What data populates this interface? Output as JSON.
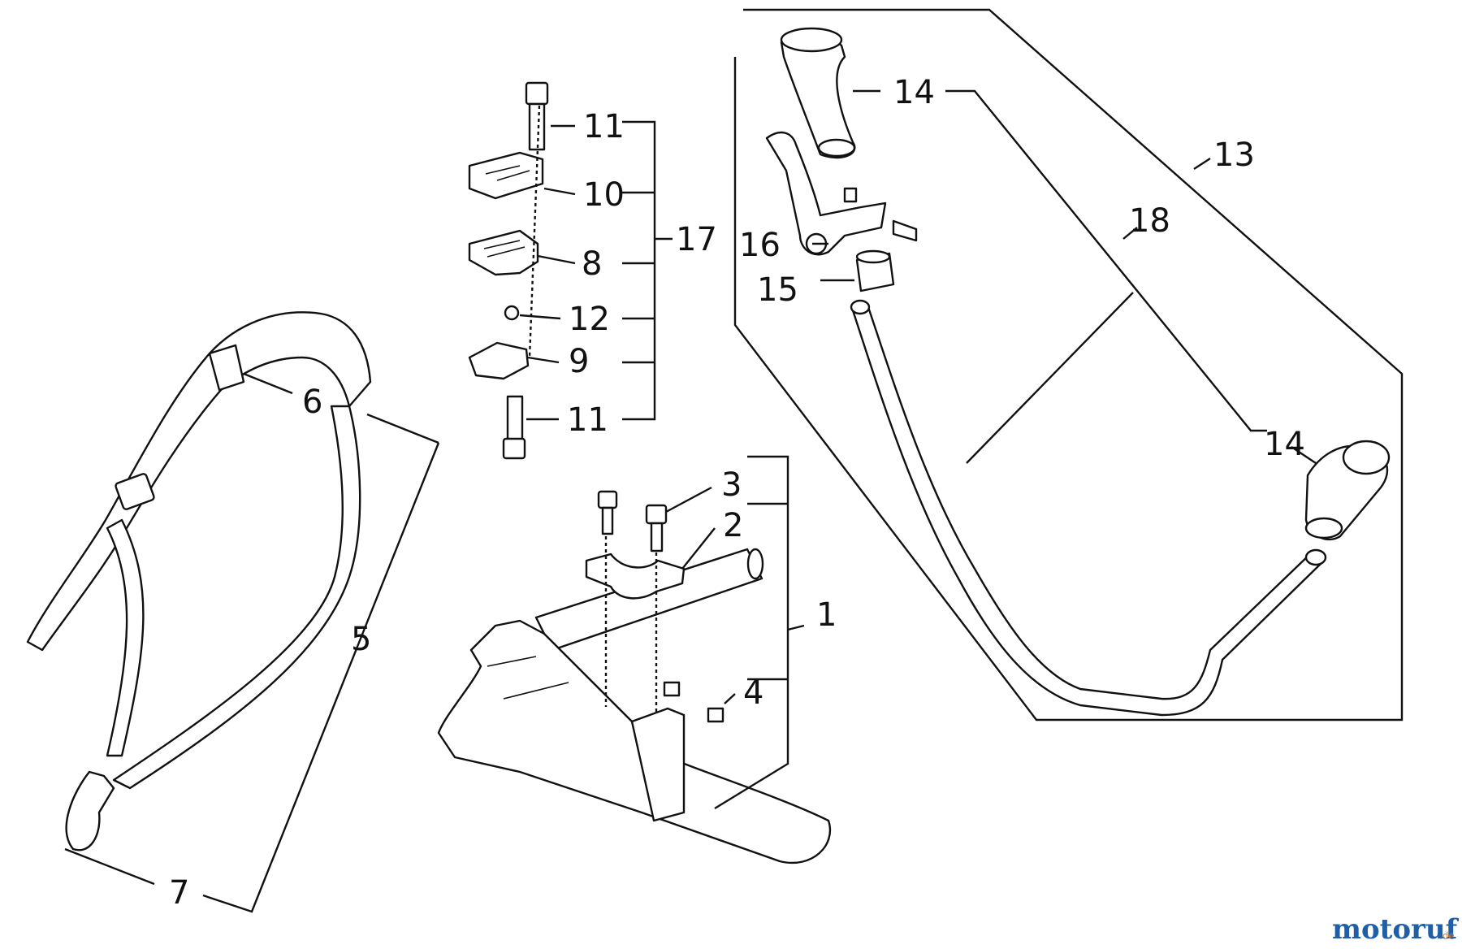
{
  "callouts": {
    "c1": "1",
    "c2": "2",
    "c3": "3",
    "c4": "4",
    "c5": "5",
    "c6": "6",
    "c7": "7",
    "c8": "8",
    "c9": "9",
    "c10": "10",
    "c11a": "11",
    "c11b": "11",
    "c12": "12",
    "c13": "13",
    "c14a": "14",
    "c14b": "14",
    "c15": "15",
    "c16": "16",
    "c17": "17",
    "c18": "18"
  },
  "watermark": {
    "brand": "motoruf",
    "suffix": ".de"
  },
  "colors": {
    "line": "#111111",
    "background": "#ffffff",
    "watermark": "#1f5fa8",
    "watermark_accent": "#e07a1f"
  }
}
